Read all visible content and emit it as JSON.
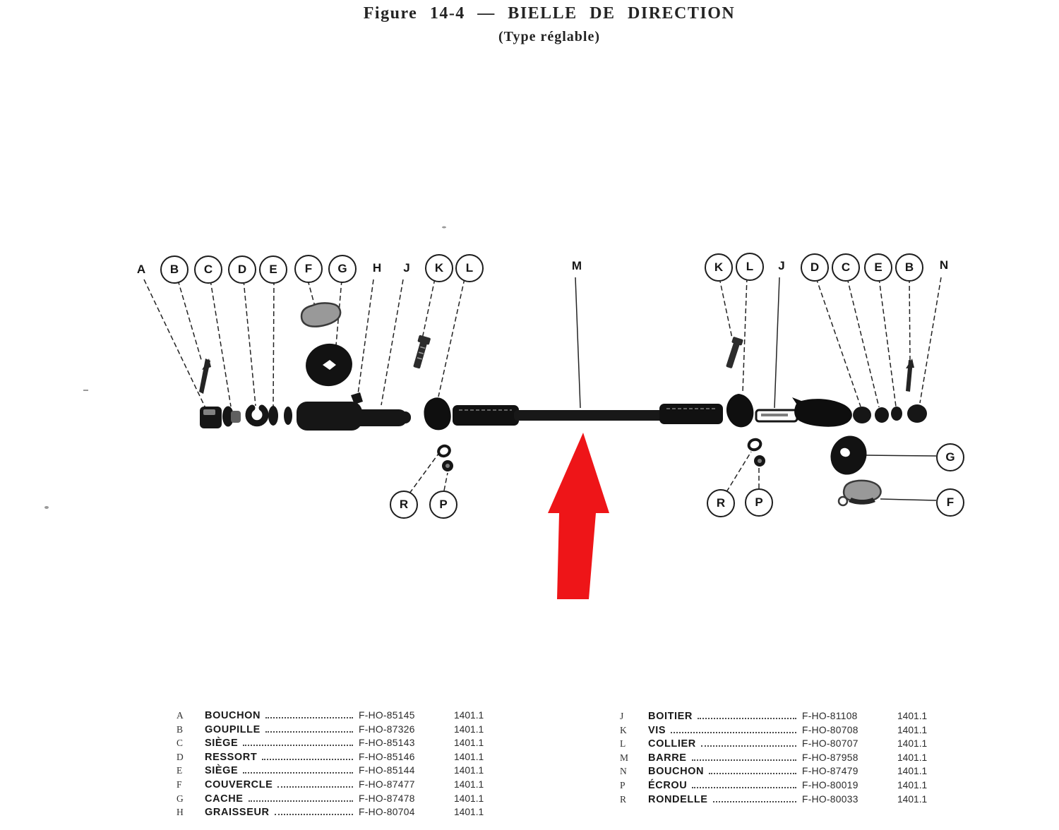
{
  "title": {
    "line1": "Figure 14-4 — BIELLE DE DIRECTION",
    "line2": "(Type réglable)"
  },
  "colors": {
    "arrow_red": "#ee1518",
    "ink": "#161616"
  },
  "callouts": {
    "top": [
      {
        "label": "A",
        "circled": false
      },
      {
        "label": "B",
        "circled": true
      },
      {
        "label": "C",
        "circled": true
      },
      {
        "label": "D",
        "circled": true
      },
      {
        "label": "E",
        "circled": true
      },
      {
        "label": "F",
        "circled": true
      },
      {
        "label": "G",
        "circled": true
      },
      {
        "label": "H",
        "circled": false
      },
      {
        "label": "J",
        "circled": false
      },
      {
        "label": "K",
        "circled": true
      },
      {
        "label": "L",
        "circled": true
      },
      {
        "label": "M",
        "circled": false
      },
      {
        "label": "K",
        "circled": true
      },
      {
        "label": "L",
        "circled": true
      },
      {
        "label": "J",
        "circled": false
      },
      {
        "label": "D",
        "circled": true
      },
      {
        "label": "C",
        "circled": true
      },
      {
        "label": "E",
        "circled": true
      },
      {
        "label": "B",
        "circled": true
      },
      {
        "label": "N",
        "circled": false
      }
    ],
    "bottom": [
      {
        "label": "R",
        "circled": true
      },
      {
        "label": "P",
        "circled": true
      },
      {
        "label": "R",
        "circled": true
      },
      {
        "label": "P",
        "circled": true
      },
      {
        "label": "G",
        "circled": true
      },
      {
        "label": "F",
        "circled": true
      }
    ]
  },
  "parts_list": {
    "left": [
      {
        "ref": "A",
        "name": "BOUCHON",
        "part_no": "F-HO-85145",
        "page": "1401.1"
      },
      {
        "ref": "B",
        "name": "GOUPILLE",
        "part_no": "F-HO-87326",
        "page": "1401.1"
      },
      {
        "ref": "C",
        "name": "SIÈGE",
        "part_no": "F-HO-85143",
        "page": "1401.1"
      },
      {
        "ref": "D",
        "name": "RESSORT",
        "part_no": "F-HO-85146",
        "page": "1401.1"
      },
      {
        "ref": "E",
        "name": "SIÈGE",
        "part_no": "F-HO-85144",
        "page": "1401.1"
      },
      {
        "ref": "F",
        "name": "COUVERCLE",
        "part_no": "F-HO-87477",
        "page": "1401.1"
      },
      {
        "ref": "G",
        "name": "CACHE",
        "part_no": "F-HO-87478",
        "page": "1401.1"
      },
      {
        "ref": "H",
        "name": "GRAISSEUR",
        "part_no": "F-HO-80704",
        "page": "1401.1"
      }
    ],
    "right": [
      {
        "ref": "J",
        "name": "BOITIER",
        "part_no": "F-HO-81108",
        "page": "1401.1"
      },
      {
        "ref": "K",
        "name": "VIS",
        "part_no": "F-HO-80708",
        "page": "1401.1"
      },
      {
        "ref": "L",
        "name": "COLLIER",
        "part_no": "F-HO-80707",
        "page": "1401.1"
      },
      {
        "ref": "M",
        "name": "BARRE",
        "part_no": "F-HO-87958",
        "page": "1401.1"
      },
      {
        "ref": "N",
        "name": "BOUCHON",
        "part_no": "F-HO-87479",
        "page": "1401.1"
      },
      {
        "ref": "P",
        "name": "ÉCROU",
        "part_no": "F-HO-80019",
        "page": "1401.1"
      },
      {
        "ref": "R",
        "name": "RONDELLE",
        "part_no": "F-HO-80033",
        "page": "1401.1"
      }
    ]
  }
}
